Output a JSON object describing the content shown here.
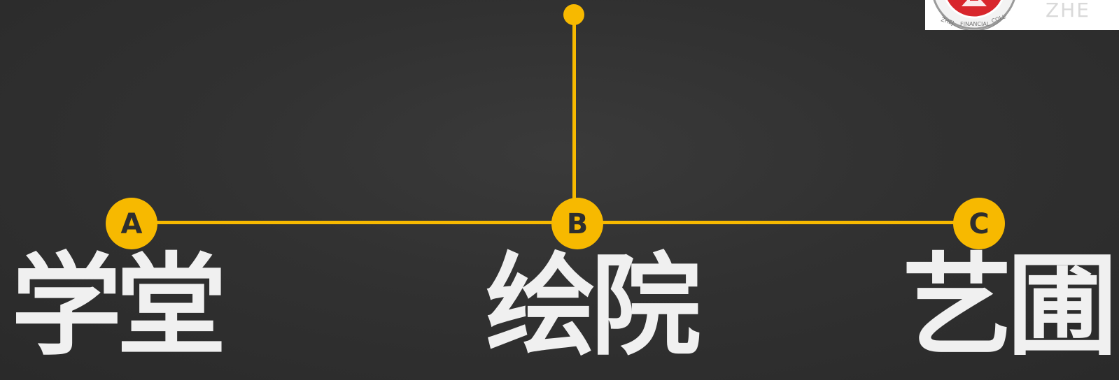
{
  "diagram": {
    "accent_color": "#f7b900",
    "background_color": "#313131",
    "text_color": "#f0f0f0",
    "nodes": [
      {
        "marker": "A",
        "label": "学堂"
      },
      {
        "marker": "B",
        "label": "绘院"
      },
      {
        "marker": "C",
        "label": "艺圃"
      }
    ]
  },
  "logo": {
    "seal_text": "ZHEJIANG FINANCIAL COLLEGE",
    "wordmark": "ZHE"
  }
}
